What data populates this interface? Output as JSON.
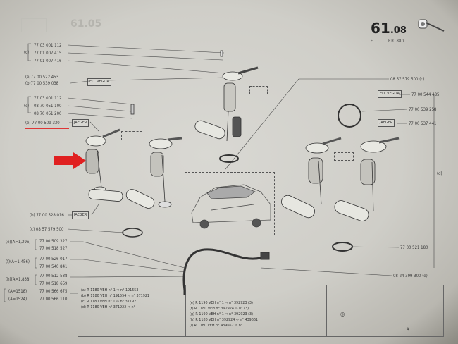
{
  "page": {
    "number": "61",
    "sub": ".08",
    "f_letter": "F",
    "pr": "P.R. 880",
    "ghost": "61.05"
  },
  "left_refs": [
    {
      "pre": "(c)",
      "code": "77 03 001 112"
    },
    {
      "pre": "",
      "code": "77 01 007 415"
    },
    {
      "pre": "",
      "code": "77 01 007 416"
    },
    {
      "pre": "(e)",
      "code": "77 00 522 453"
    },
    {
      "pre": "(b)",
      "code": "77 00 539 038"
    },
    {
      "pre": "",
      "code": "77 03 001 112"
    },
    {
      "pre": "(c)",
      "code": "08 70 051 100"
    },
    {
      "pre": "",
      "code": "08 70 051 200"
    },
    {
      "pre": "(e)",
      "code": "77 00 509 330"
    }
  ],
  "labels": {
    "ed_veglia_1": "ED. VEGLIA",
    "jaeger_1": "JAEGER",
    "jaeger_2": "JAEGER",
    "ed_veglia_2": "ED. VEGLIA",
    "jaeger_3": "JAEGER",
    "ref_b_jaeger": "(b) 77 00 528 016",
    "ref_c_lower": "(c) 08 57 579 500",
    "right_top": "08 57 579 500 (c)",
    "right_1": "77 00 544 485",
    "right_2": "77 00 539 258",
    "right_3": "77 00 537 441",
    "right_mark": "(d)",
    "right_low": "77 00 521 180",
    "bottom_right": "08 24 399 300 (e)"
  },
  "lower_left": [
    {
      "pre": "(e)(A=1,296)",
      "code": "77 00 509 327"
    },
    {
      "pre": "",
      "code": "77 00 518 527"
    },
    {
      "pre": "(f)(A=1,456)",
      "code": "77 00 526 017"
    },
    {
      "pre": "",
      "code": "77 00 540 841"
    },
    {
      "pre": "(h)(A=1,838)",
      "code": "77 00 512 538"
    },
    {
      "pre": "",
      "code": "77 00 518 659"
    },
    {
      "pre": "(A=1518)",
      "code": "77 00 566 675"
    },
    {
      "pre": "(A=1524)",
      "code": "77 00 566 110"
    }
  ],
  "footer_rows": [
    "(a) R 1180  VEH n°         1  ⇨  n°     191553",
    "(b) R 1180  VEH n° 191554  ⇨  n°     371921",
    "(c) R 1180  VEH n°         1  ⇨  n°     371921",
    "(d) R 1180  VEH n° 371922  ⇨  n°",
    "(e) R 1190  VEH n°         1  ⇨  n° 392923  (3)",
    "(f)  R 1180  VEH n° 392924  ⇨  n°       (3)",
    "(g) R 1190  VEH n°         1  ⇨  n° 392923  (3)",
    "(h) R 1180  VEH n° 392924  ⇨  n° 439661",
    "(i)  R 1180  VEH n° 439662  ⇨  n°"
  ],
  "footer_marks": {
    "right_symbol": "◎",
    "letter": "A"
  },
  "annotation_colors": {
    "arrow": "#e02020",
    "underline": "#e02020"
  }
}
